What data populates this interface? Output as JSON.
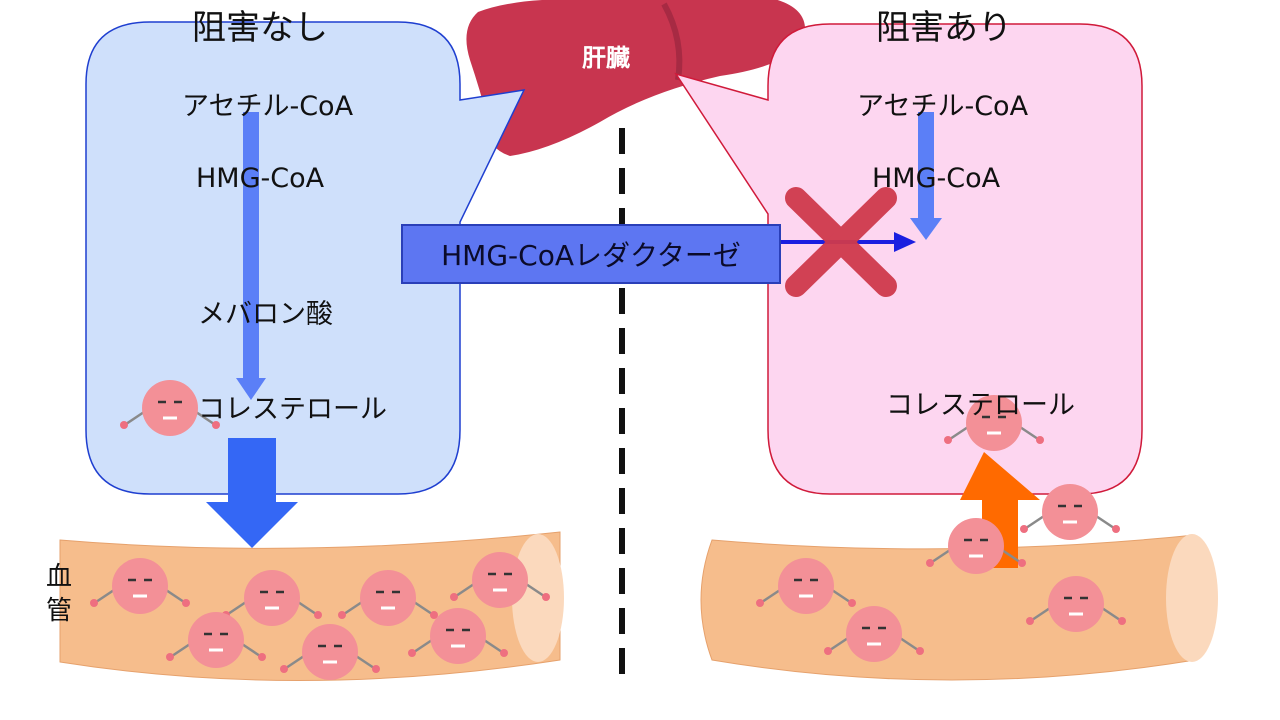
{
  "left_panel": {
    "title": "阻害なし",
    "steps": [
      "アセチル-CoA",
      "HMG-CoA",
      "メバロン酸",
      "コレステロール"
    ]
  },
  "right_panel": {
    "title": "阻害あり",
    "steps": [
      "アセチル-CoA",
      "HMG-CoA",
      "コレステロール"
    ]
  },
  "liver": {
    "label": "肝臓"
  },
  "enzyme": {
    "label": "HMG-CoAレダクターゼ"
  },
  "vessel": {
    "label_line1": "血",
    "label_line2": "管"
  },
  "colors": {
    "left_panel_fill": "#cfe0fb",
    "left_panel_stroke": "#1f3fd0",
    "right_panel_fill": "#fdd6f0",
    "right_panel_stroke": "#d01a3a",
    "liver": "#c8354f",
    "enzyme_box": "#5d76f2",
    "flow_arrow": "#5b7ff7",
    "blood_arrow": "#3467f5",
    "return_arrow": "#ff6a00",
    "block_cross": "#cf3a4c",
    "vessel": "#f6bd8c",
    "cholesterol": "#f39097"
  }
}
